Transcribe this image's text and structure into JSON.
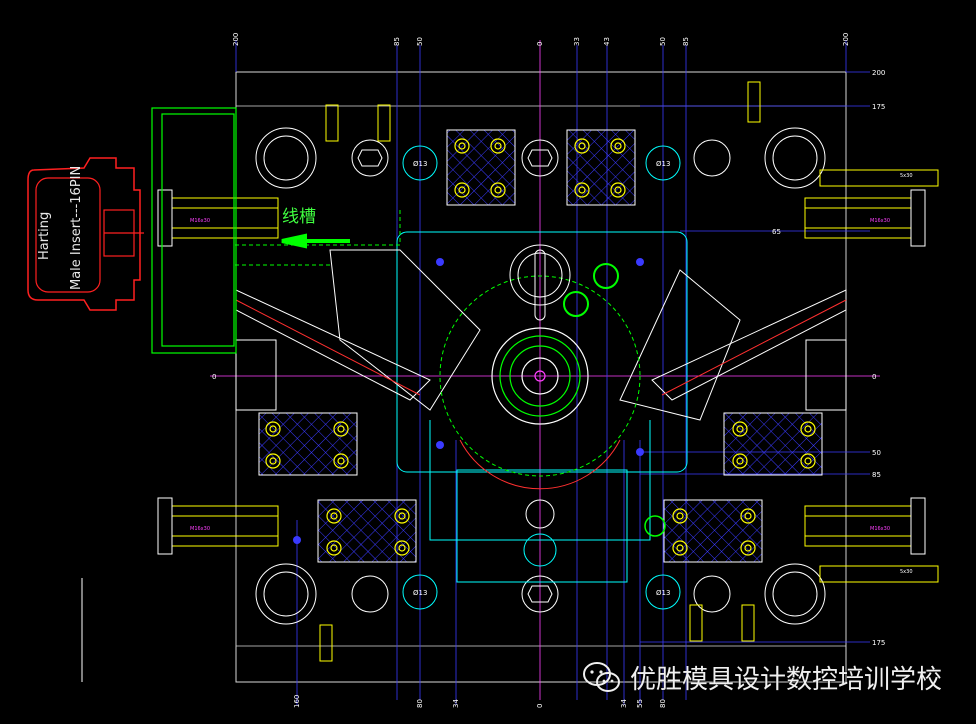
{
  "drawing": {
    "connector_brand": "Harting",
    "connector_desc": "Male Insert---16PIN",
    "callout_text": "线槽",
    "top_dims": [
      "200",
      "85",
      "50",
      "0",
      "33",
      "43",
      "50",
      "85",
      "200"
    ],
    "bottom_dims": [
      "160",
      "80",
      "34",
      "0",
      "34",
      "55",
      "80"
    ],
    "right_dims": [
      "200",
      "175",
      "65",
      "0",
      "50",
      "85",
      "175"
    ],
    "left_dims": [
      "0"
    ],
    "bolt_labels": [
      "M16x30",
      "M16x30",
      "M16x30",
      "M16x30"
    ],
    "screw_labels": [
      "5x30",
      "5x30"
    ],
    "small_labels": [
      "Ø13",
      "Ø13",
      "Ø13",
      "Ø13"
    ],
    "watermark": "优胜模具设计数控培训学校",
    "colors": {
      "outline": "#ffffff",
      "yellow": "#ffff00",
      "blue": "#3a3aff",
      "cyan": "#00ffff",
      "green": "#00ff00",
      "magenta": "#ff00ff",
      "red": "#ff2020"
    }
  }
}
